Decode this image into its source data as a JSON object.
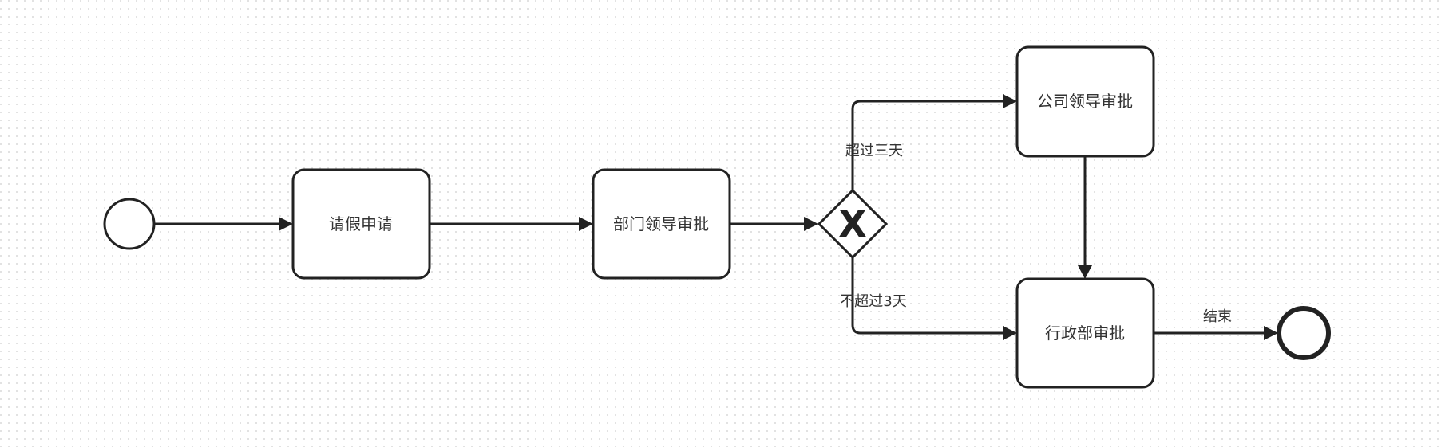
{
  "diagram": {
    "type": "bpmn-process",
    "start_event": {
      "label": ""
    },
    "tasks": {
      "apply": {
        "label": "请假申请"
      },
      "dept_approve": {
        "label": "部门领导审批"
      },
      "company_approve": {
        "label": "公司领导审批"
      },
      "admin_approve": {
        "label": "行政部审批"
      }
    },
    "gateway": {
      "type": "exclusive",
      "marker": "X"
    },
    "end_event": {
      "label": ""
    },
    "flows": {
      "over_three_days": {
        "label": "超过三天"
      },
      "not_over_three_days": {
        "label": "不超过3天"
      },
      "end": {
        "label": "结束"
      }
    },
    "colors": {
      "stroke": "#222222",
      "text": "#333333",
      "grid_dot": "#d9d9d9",
      "background": "#ffffff"
    }
  }
}
